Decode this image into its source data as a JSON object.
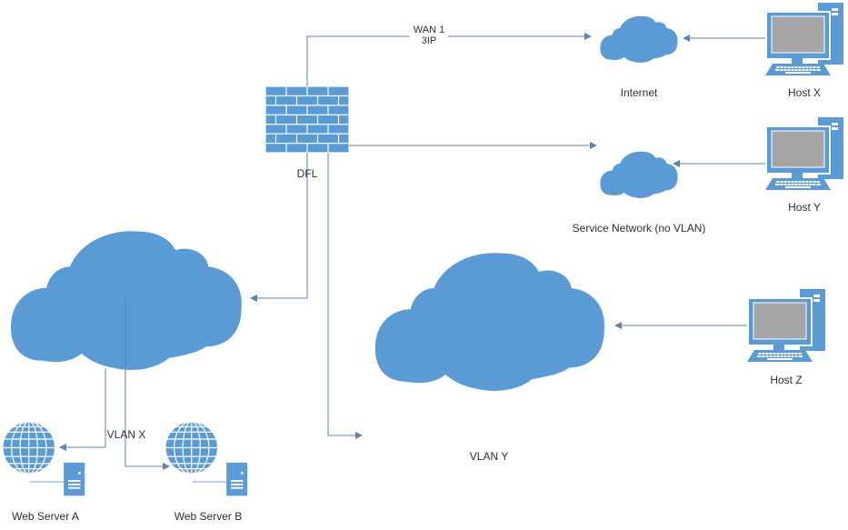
{
  "diagram": {
    "title": "Network topology",
    "colors": {
      "shape": "#5b9bd5",
      "line": "#5b84b1",
      "screen": "#a6a6a6",
      "text": "#2a2f36"
    },
    "nodes": {
      "firewall": {
        "label": "DFL",
        "icon": "firewall-icon"
      },
      "internet": {
        "label": "Internet",
        "icon": "cloud-icon"
      },
      "service_network": {
        "label": "Service Network (no VLAN)",
        "icon": "cloud-icon"
      },
      "vlan_x": {
        "label": "VLAN X",
        "icon": "cloud-icon"
      },
      "vlan_y": {
        "label": "VLAN Y",
        "icon": "cloud-icon"
      },
      "host_x": {
        "label": "Host X",
        "icon": "desktop-computer-icon"
      },
      "host_y": {
        "label": "Host Y",
        "icon": "desktop-computer-icon"
      },
      "host_z": {
        "label": "Host Z",
        "icon": "desktop-computer-icon"
      },
      "web_server_a": {
        "label": "Web Server A",
        "icon": "web-server-icon"
      },
      "web_server_b": {
        "label": "Web Server B",
        "icon": "web-server-icon"
      }
    },
    "links": {
      "wan1": {
        "label_line1": "WAN 1",
        "label_line2": "3IP",
        "from": "DFL",
        "to": "Internet"
      },
      "service": {
        "from": "DFL",
        "to": "Service Network (no VLAN)"
      },
      "vlanx": {
        "from": "DFL",
        "to": "VLAN X"
      },
      "vlany": {
        "from": "DFL",
        "to": "VLAN Y"
      },
      "hostx": {
        "from": "Host X",
        "to": "Internet"
      },
      "hosty": {
        "from": "Host Y",
        "to": "Service Network (no VLAN)"
      },
      "hostz": {
        "from": "Host Z",
        "to": "VLAN Y"
      },
      "wsa": {
        "from": "VLAN X",
        "to": "Web Server A"
      },
      "wsb": {
        "from": "VLAN X",
        "to": "Web Server B"
      }
    }
  }
}
